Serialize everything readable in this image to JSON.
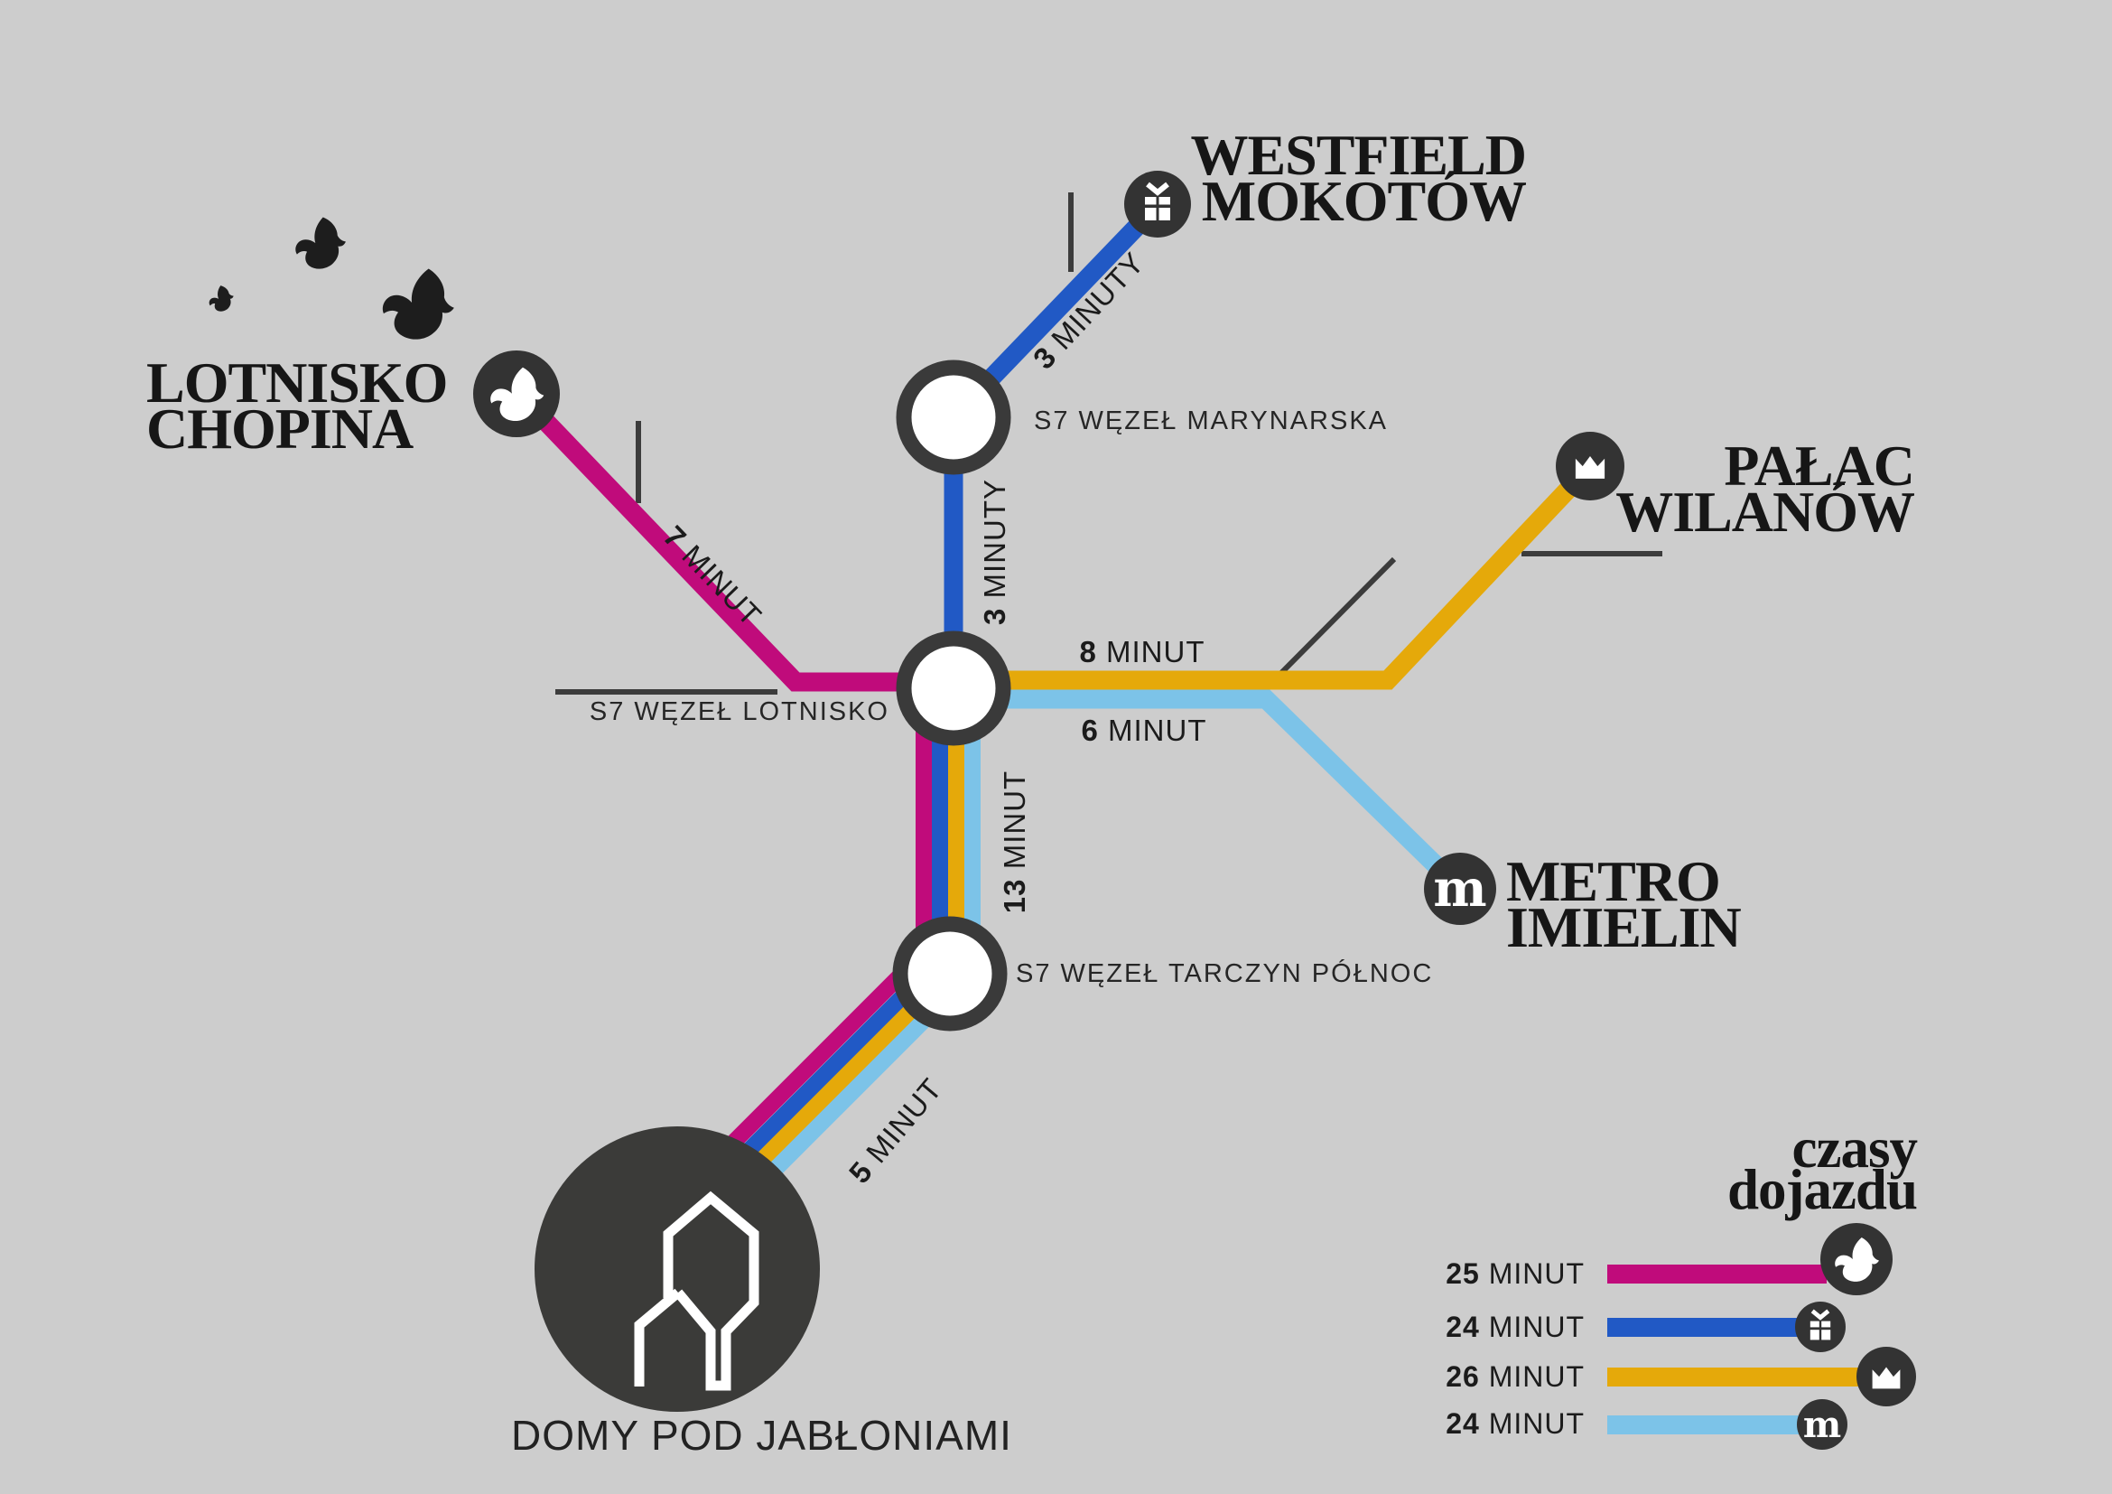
{
  "map": {
    "destinations": {
      "chopin": {
        "line1": "LOTNISKO",
        "line2": "CHOPINA",
        "icon": "bird-icon",
        "color": "#c00b7b"
      },
      "westfield": {
        "line1": "WESTFIELD",
        "line2": "MOKOTÓW",
        "icon": "gift-icon",
        "color": "#2159c5"
      },
      "wilanow": {
        "line1": "PAŁAC",
        "line2": "WILANÓW",
        "icon": "crown-icon",
        "color": "#e5a90a"
      },
      "imielin": {
        "line1": "METRO",
        "line2": "IMIELIN",
        "icon": "metro-m-icon",
        "color": "#7cc3e8"
      }
    },
    "stations": {
      "marynarska": "S7 WĘZEŁ MARYNARSKA",
      "lotnisko": "S7 WĘZEŁ LOTNISKO",
      "tarczyn": "S7 WĘZEŁ TARCZYN PÓŁNOC"
    },
    "times": {
      "westfield_leg": {
        "num": "3",
        "unit": "MINUTY"
      },
      "marynarska_leg": {
        "num": "3",
        "unit": "MINUTY"
      },
      "chopin_leg": {
        "num": "7",
        "unit": "MINUT"
      },
      "wilanow_leg": {
        "num": "8",
        "unit": "MINUT"
      },
      "imielin_leg": {
        "num": "6",
        "unit": "MINUT"
      },
      "tarczyn_leg": {
        "num": "13",
        "unit": "MINUT"
      },
      "home_leg": {
        "num": "5",
        "unit": "MINUT"
      }
    },
    "home": {
      "label": "DOMY POD JABŁONIAMI",
      "icon": "houses-logo-icon"
    },
    "metro_glyph": "m"
  },
  "legend": {
    "title_line1": "czasy",
    "title_line2": "dojazdu",
    "rows": [
      {
        "num": "25",
        "unit": "MINUT",
        "color": "#c00b7b",
        "icon": "bird-icon"
      },
      {
        "num": "24",
        "unit": "MINUT",
        "color": "#2159c5",
        "icon": "gift-icon"
      },
      {
        "num": "26",
        "unit": "MINUT",
        "color": "#e5a90a",
        "icon": "crown-icon"
      },
      {
        "num": "24",
        "unit": "MINUT",
        "color": "#7cc3e8",
        "icon": "metro-m-icon"
      }
    ]
  }
}
